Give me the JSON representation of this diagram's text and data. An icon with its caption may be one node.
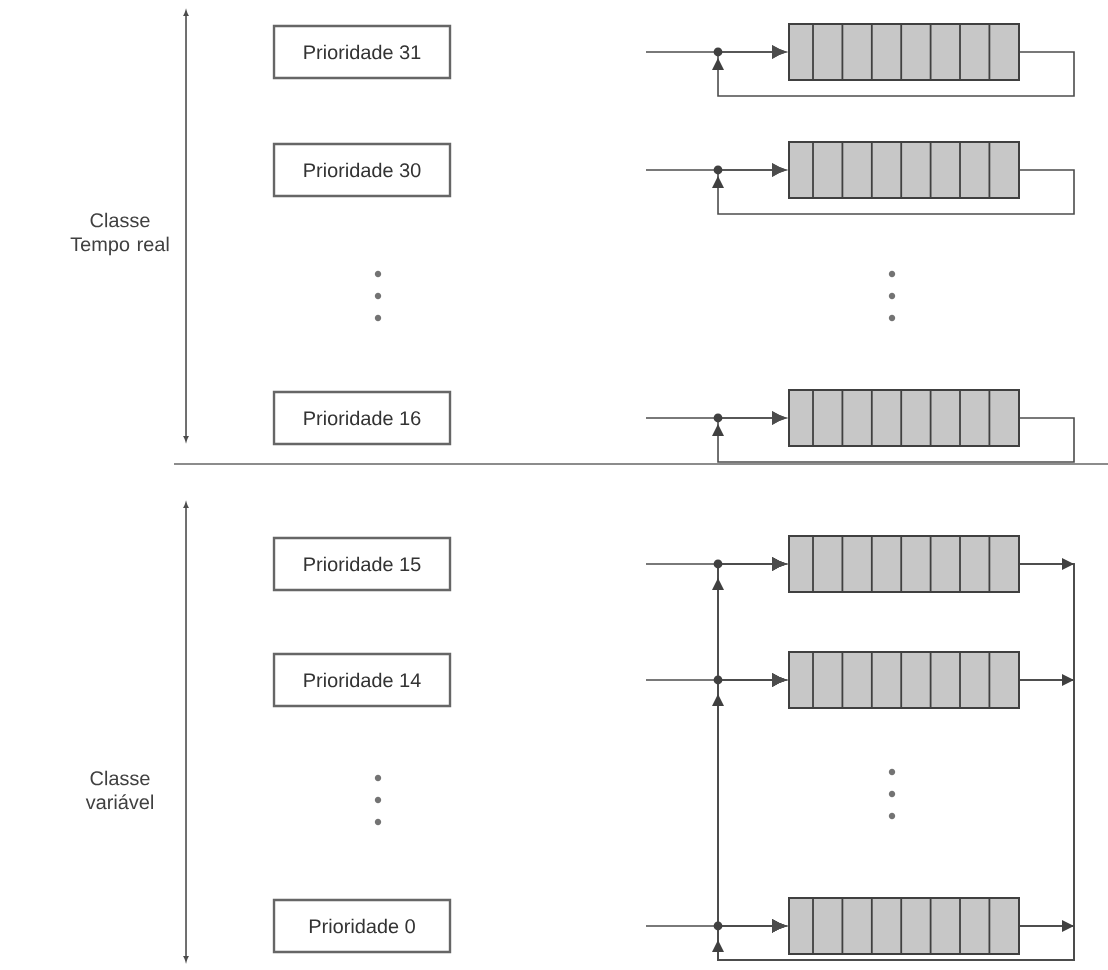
{
  "diagram": {
    "nodes": [
      {
        "text": [
          "Prioridade 31"
        ]
      },
      {
        "text": [],
        "shape": "box"
      },
      {
        "text": [
          "Prioridade 30"
        ]
      },
      {
        "text": [],
        "shape": "box"
      },
      {
        "text": [
          "Prioridade 16"
        ]
      },
      {
        "text": [],
        "shape": "box"
      },
      {
        "text": [
          "Prioridade 15"
        ]
      },
      {
        "text": [],
        "shape": "box"
      },
      {
        "text": [
          "Prioridade 14"
        ]
      },
      {
        "text": [],
        "shape": "box"
      },
      {
        "text": [
          "Prioridade 0"
        ]
      },
      {
        "text": [],
        "shape": "box"
      }
    ],
    "edges": [
      {
        "from": null,
        "to": 1,
        "arrow": "to"
      },
      {
        "from": 1,
        "to": 1,
        "arrow": "to"
      },
      {
        "from": null,
        "to": 3,
        "arrow": "to"
      },
      {
        "from": 3,
        "to": 3,
        "arrow": "to"
      },
      {
        "from": null,
        "to": 5,
        "arrow": "to"
      },
      {
        "from": 5,
        "to": 5,
        "arrow": "to"
      },
      {
        "from": null,
        "to": 7,
        "arrow": "to"
      },
      {
        "from": null,
        "to": 9,
        "arrow": "to"
      },
      {
        "from": null,
        "to": 11,
        "arrow": "to"
      },
      {
        "from": 7,
        "to": 7,
        "arrow": "to"
      },
      {
        "from": 7,
        "to": 9,
        "arrow": "to"
      },
      {
        "from": 7,
        "to": 11,
        "arrow": "to"
      },
      {
        "from": 9,
        "to": 7,
        "arrow": "to"
      },
      {
        "from": 9,
        "to": 9,
        "arrow": "to"
      },
      {
        "from": 9,
        "to": 11,
        "arrow": "to"
      },
      {
        "from": 11,
        "to": 7,
        "arrow": "to"
      },
      {
        "from": 11,
        "to": 9,
        "arrow": "to"
      },
      {
        "from": 11,
        "to": 11,
        "arrow": "to"
      }
    ],
    "labels": [
      "Classe Tempo real",
      "Classe variável"
    ]
  }
}
